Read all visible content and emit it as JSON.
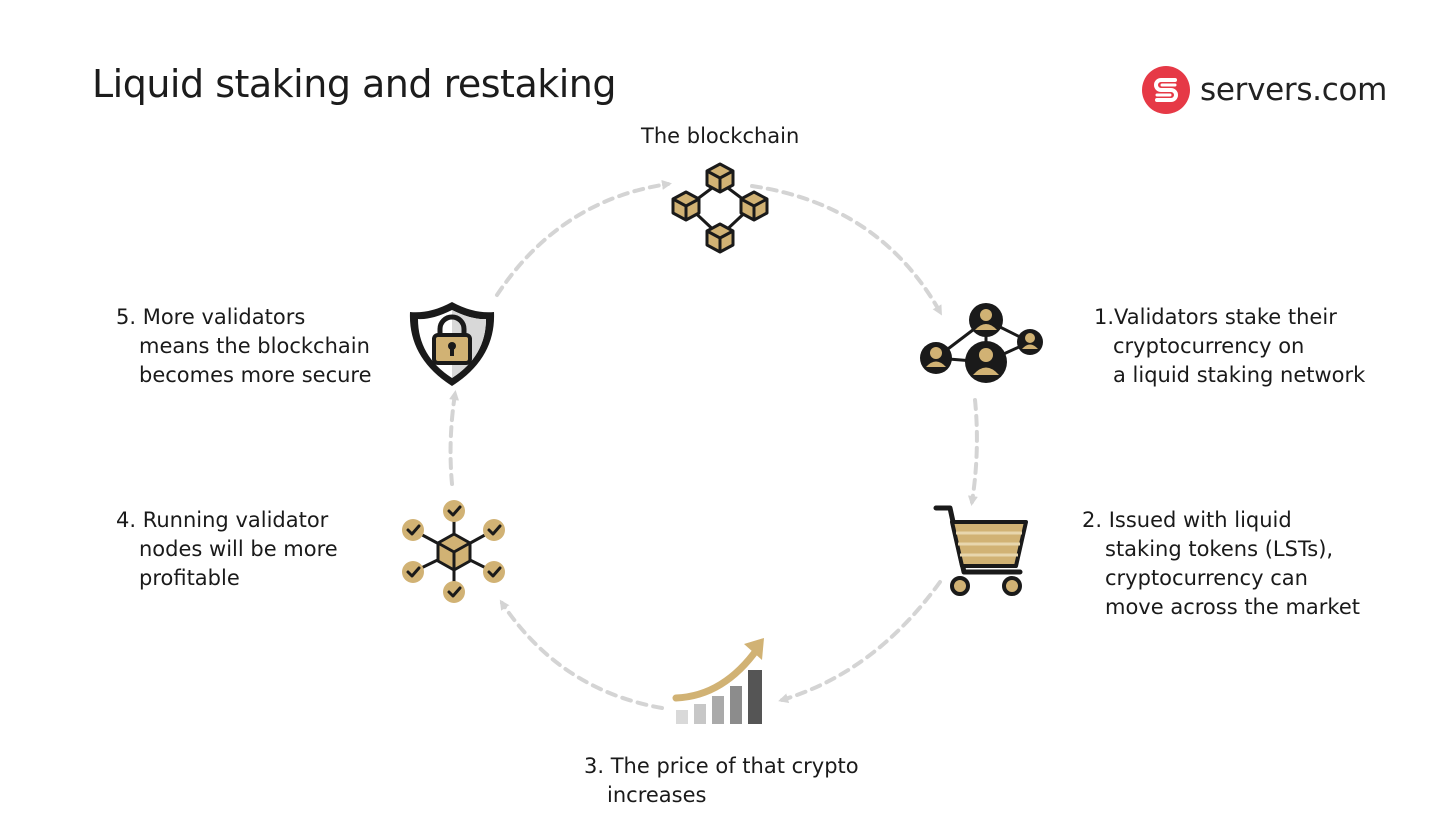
{
  "header": {
    "title": "Liquid staking and restaking",
    "brand": "servers.com"
  },
  "colors": {
    "gold": "#d1b274",
    "dark": "#1a1a1a",
    "arrow": "#d4d4d4",
    "brand_red": "#e63946"
  },
  "steps": {
    "center_top": {
      "label": "The blockchain",
      "icon": "blockchain-icon"
    },
    "step1": {
      "lines": [
        "1.Validators stake their",
        "cryptocurrency on",
        "a liquid staking network"
      ],
      "icon": "validators-network-icon"
    },
    "step2": {
      "lines": [
        "2. Issued with liquid",
        "staking tokens (LSTs),",
        "cryptocurrency can",
        "move across the market"
      ],
      "icon": "shopping-cart-icon"
    },
    "step3": {
      "lines": [
        "3. The price of that crypto",
        "increases"
      ],
      "icon": "growth-chart-icon"
    },
    "step4": {
      "lines": [
        "4. Running validator",
        "nodes will be more",
        "profitable"
      ],
      "icon": "validator-nodes-icon"
    },
    "step5": {
      "lines": [
        "5. More validators",
        "means the blockchain",
        "becomes more secure"
      ],
      "icon": "shield-lock-icon"
    }
  }
}
